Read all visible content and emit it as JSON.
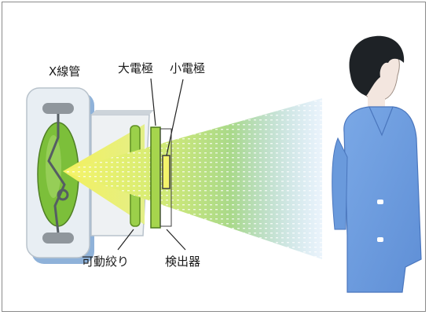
{
  "labels": {
    "xray_tube": "X線管",
    "large_electrode": "大電極",
    "small_electrode": "小電極",
    "collimator": "可動絞り",
    "detector": "検出器"
  },
  "colors": {
    "tube_body": "#dfe7ee",
    "tube_shadow": "#8fb2d9",
    "anode_green": "#7cbf3a",
    "beam_yellow": "#f4f36a",
    "beam_green": "#b9e07a",
    "beam_blue": "#7fb6e6",
    "shirt_blue": "#6f9fe0",
    "hair": "#1e2226",
    "skin": "#f3e6df"
  }
}
